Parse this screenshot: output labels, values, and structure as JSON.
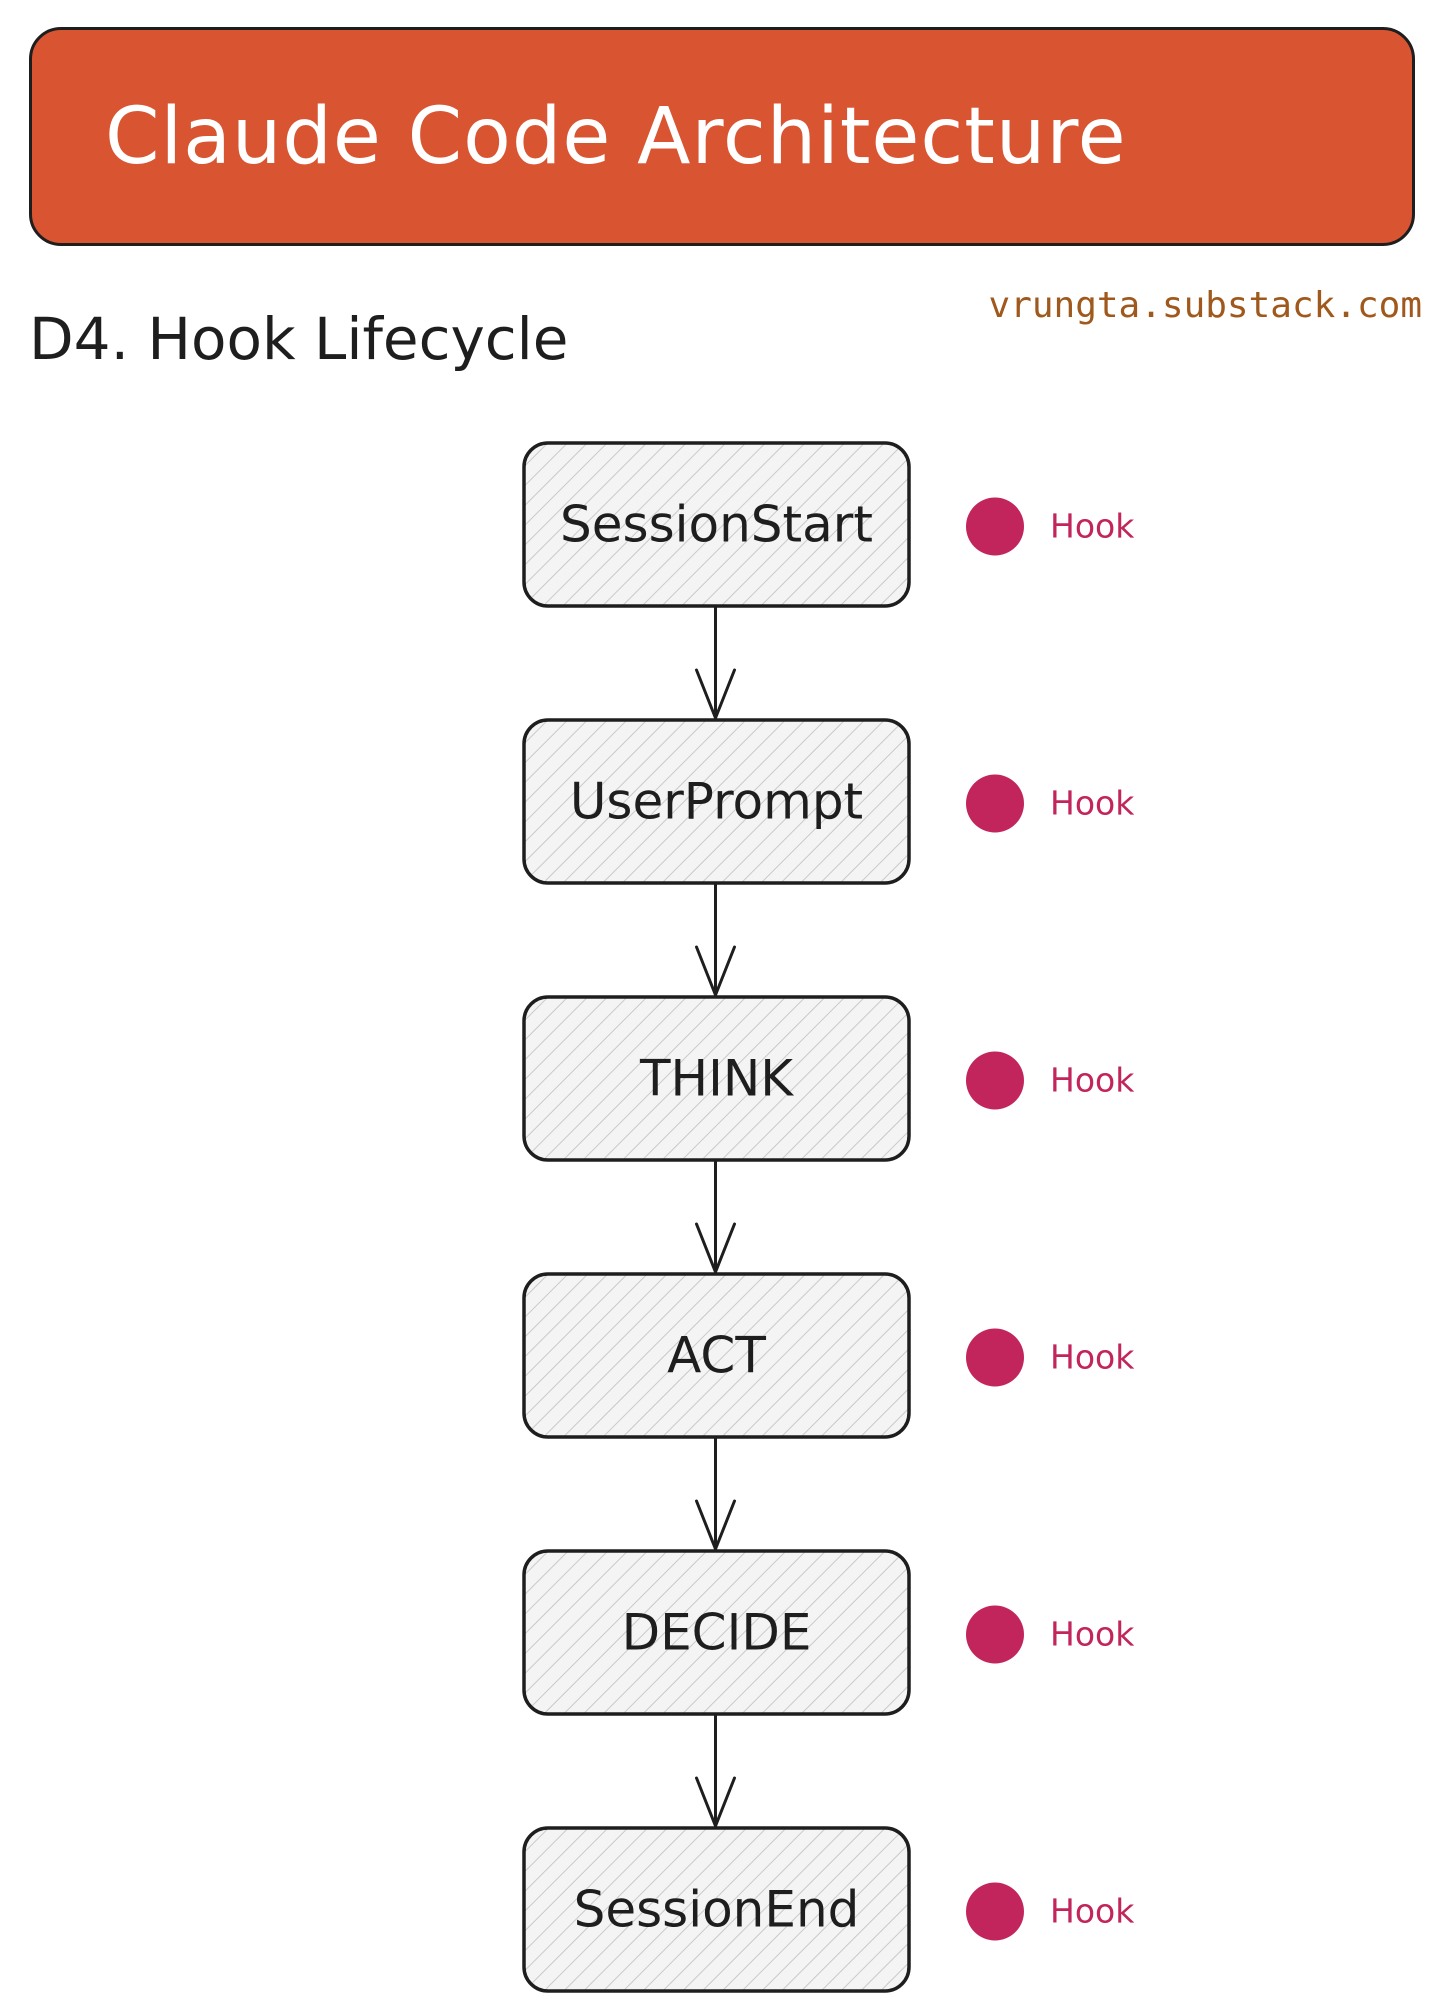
{
  "header": {
    "title": "Claude Code Architecture"
  },
  "subtitle": "D4. Hook Lifecycle",
  "credit": "vrungta.substack.com",
  "colors": {
    "banner": "#d95532",
    "hook_dot": "#c2255c",
    "hook_text": "#c2255c",
    "credit": "#a0591c",
    "stroke": "#1e1e1e",
    "box_fill": "#f1f1f1"
  },
  "steps": [
    {
      "label": "SessionStart",
      "hook": "Hook"
    },
    {
      "label": "UserPrompt",
      "hook": "Hook"
    },
    {
      "label": "THINK",
      "hook": "Hook"
    },
    {
      "label": "ACT",
      "hook": "Hook"
    },
    {
      "label": "DECIDE",
      "hook": "Hook"
    },
    {
      "label": "SessionEnd",
      "hook": "Hook"
    }
  ]
}
